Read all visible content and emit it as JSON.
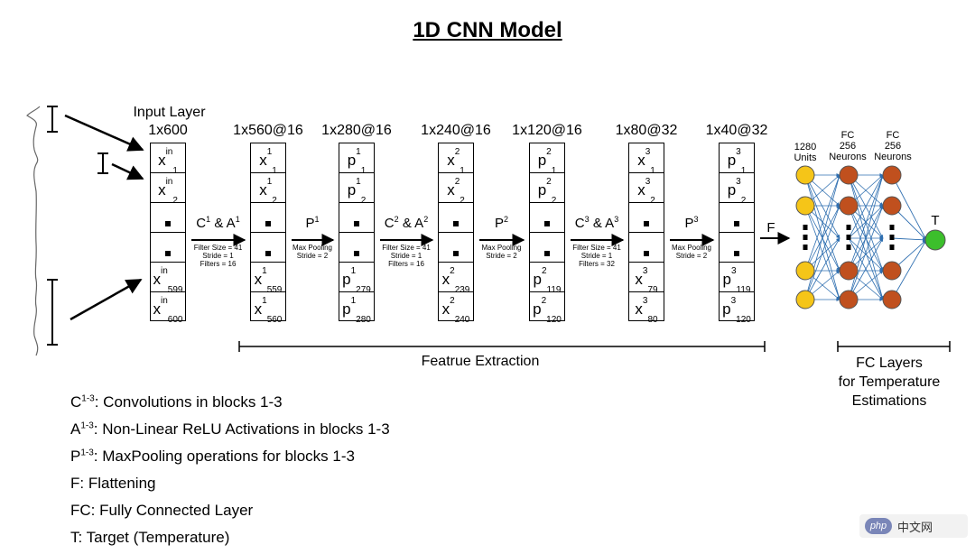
{
  "title": "1D CNN Model",
  "input_layer_label": "Input Layer",
  "layers": [
    {
      "dims": "1x600",
      "cells": [
        [
          "x",
          "in",
          "1"
        ],
        [
          "x",
          "in",
          "2"
        ],
        [
          "",
          "",
          ""
        ],
        [
          "",
          "",
          ""
        ],
        [
          "x",
          "in",
          "599"
        ],
        [
          "x",
          "in",
          "600"
        ]
      ]
    },
    {
      "dims": "1x560@16",
      "cells": [
        [
          "x",
          "1",
          "1"
        ],
        [
          "x",
          "1",
          "2"
        ],
        [
          "",
          "",
          ""
        ],
        [
          "",
          "",
          ""
        ],
        [
          "x",
          "1",
          "559"
        ],
        [
          "x",
          "1",
          "560"
        ]
      ]
    },
    {
      "dims": "1x280@16",
      "cells": [
        [
          "p",
          "1",
          "1"
        ],
        [
          "p",
          "1",
          "2"
        ],
        [
          "",
          "",
          ""
        ],
        [
          "",
          "",
          ""
        ],
        [
          "p",
          "1",
          "279"
        ],
        [
          "p",
          "1",
          "280"
        ]
      ]
    },
    {
      "dims": "1x240@16",
      "cells": [
        [
          "x",
          "2",
          "1"
        ],
        [
          "x",
          "2",
          "2"
        ],
        [
          "",
          "",
          ""
        ],
        [
          "",
          "",
          ""
        ],
        [
          "x",
          "2",
          "239"
        ],
        [
          "x",
          "2",
          "240"
        ]
      ]
    },
    {
      "dims": "1x120@16",
      "cells": [
        [
          "p",
          "2",
          "1"
        ],
        [
          "p",
          "2",
          "2"
        ],
        [
          "",
          "",
          ""
        ],
        [
          "",
          "",
          ""
        ],
        [
          "p",
          "2",
          "119"
        ],
        [
          "p",
          "2",
          "120"
        ]
      ]
    },
    {
      "dims": "1x80@32",
      "cells": [
        [
          "x",
          "3",
          "1"
        ],
        [
          "x",
          "3",
          "2"
        ],
        [
          "",
          "",
          ""
        ],
        [
          "",
          "",
          ""
        ],
        [
          "x",
          "3",
          "79"
        ],
        [
          "x",
          "3",
          "80"
        ]
      ]
    },
    {
      "dims": "1x40@32",
      "cells": [
        [
          "p",
          "3",
          "1"
        ],
        [
          "p",
          "3",
          "2"
        ],
        [
          "",
          "",
          ""
        ],
        [
          "",
          "",
          ""
        ],
        [
          "p",
          "3",
          "119"
        ],
        [
          "p",
          "3",
          "120"
        ]
      ]
    }
  ],
  "ops": [
    {
      "label": [
        "C",
        "1",
        " & A",
        "1"
      ],
      "params": [
        "Filter Size = 41",
        "Stride = 1",
        "Filters = 16"
      ]
    },
    {
      "label": [
        "P",
        "1",
        "",
        ""
      ],
      "params": [
        "Max Pooling",
        "Stride = 2"
      ]
    },
    {
      "label": [
        "C",
        "2",
        " & A",
        "2"
      ],
      "params": [
        "Filter Size = 41",
        "Stride = 1",
        "Filters = 16"
      ]
    },
    {
      "label": [
        "P",
        "2",
        "",
        ""
      ],
      "params": [
        "Max Pooling",
        "Stride = 2"
      ]
    },
    {
      "label": [
        "C",
        "3",
        " & A",
        "3"
      ],
      "params": [
        "Filter Size = 41",
        "Stride = 1",
        "Filters = 32"
      ]
    },
    {
      "label": [
        "P",
        "3",
        "",
        ""
      ],
      "params": [
        "Max Pooling",
        "Stride = 2"
      ]
    }
  ],
  "flatten_label": "F",
  "fc": {
    "units_label": [
      "1280",
      "Units"
    ],
    "fc1_label": [
      "FC",
      "256",
      "Neurons"
    ],
    "fc2_label": [
      "FC",
      "256",
      "Neurons"
    ],
    "output_label": "T",
    "colors": {
      "input": "#f5c518",
      "hidden": "#c0501e",
      "output": "#3cbf2c",
      "edges": "#2f6fb0"
    }
  },
  "feature_extraction_label": "Featrue Extraction",
  "fc_layers_label": [
    "FC Layers",
    "for Temperature",
    "Estimations"
  ],
  "legend": [
    {
      "sym": "C",
      "sup": "1-3",
      "text": ": Convolutions in blocks 1-3"
    },
    {
      "sym": "A",
      "sup": "1-3",
      "text": ": Non-Linear ReLU Activations in blocks 1-3"
    },
    {
      "sym": "P",
      "sup": "1-3",
      "text": ": MaxPooling operations for blocks 1-3"
    },
    {
      "sym": "F",
      "sup": "",
      "text": ": Flattening"
    },
    {
      "sym": "FC",
      "sup": "",
      "text": ": Fully Connected Layer"
    },
    {
      "sym": "T",
      "sup": "",
      "text": ": Target (Temperature)"
    }
  ],
  "watermark": {
    "logo": "php",
    "text": "中文网"
  }
}
